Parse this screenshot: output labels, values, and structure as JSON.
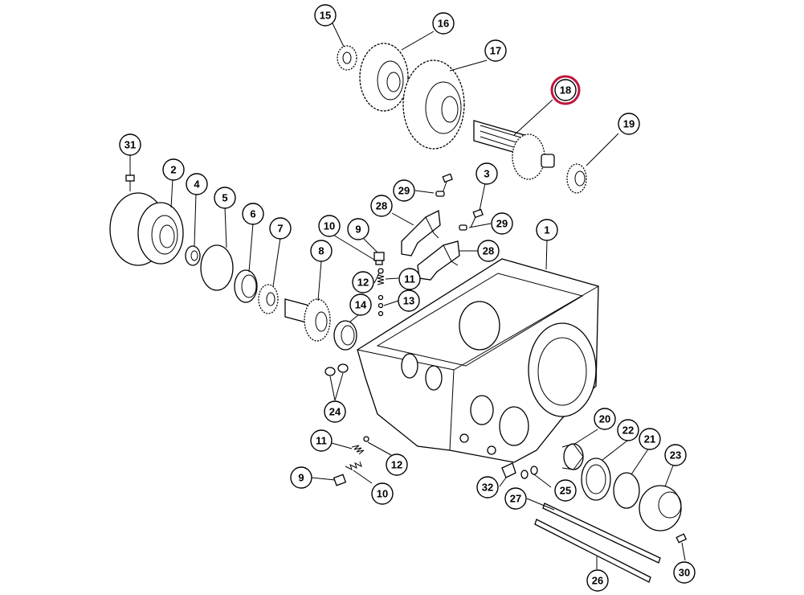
{
  "diagram": {
    "highlight_color": "#c0143c",
    "highlighted_callout": "18",
    "callouts": [
      {
        "id": "c1",
        "label": "1"
      },
      {
        "id": "c2",
        "label": "2"
      },
      {
        "id": "c3",
        "label": "3"
      },
      {
        "id": "c4",
        "label": "4"
      },
      {
        "id": "c5",
        "label": "5"
      },
      {
        "id": "c6",
        "label": "6"
      },
      {
        "id": "c7",
        "label": "7"
      },
      {
        "id": "c8",
        "label": "8"
      },
      {
        "id": "c9a",
        "label": "9"
      },
      {
        "id": "c9b",
        "label": "9"
      },
      {
        "id": "c10a",
        "label": "10"
      },
      {
        "id": "c10b",
        "label": "10"
      },
      {
        "id": "c11a",
        "label": "11"
      },
      {
        "id": "c11b",
        "label": "11"
      },
      {
        "id": "c12a",
        "label": "12"
      },
      {
        "id": "c12b",
        "label": "12"
      },
      {
        "id": "c13",
        "label": "13"
      },
      {
        "id": "c14",
        "label": "14"
      },
      {
        "id": "c15",
        "label": "15"
      },
      {
        "id": "c16",
        "label": "16"
      },
      {
        "id": "c17",
        "label": "17"
      },
      {
        "id": "c18",
        "label": "18"
      },
      {
        "id": "c19",
        "label": "19"
      },
      {
        "id": "c20",
        "label": "20"
      },
      {
        "id": "c21",
        "label": "21"
      },
      {
        "id": "c22",
        "label": "22"
      },
      {
        "id": "c23",
        "label": "23"
      },
      {
        "id": "c24",
        "label": "24"
      },
      {
        "id": "c25",
        "label": "25"
      },
      {
        "id": "c26",
        "label": "26"
      },
      {
        "id": "c27",
        "label": "27"
      },
      {
        "id": "c28a",
        "label": "28"
      },
      {
        "id": "c28b",
        "label": "28"
      },
      {
        "id": "c29a",
        "label": "29"
      },
      {
        "id": "c29b",
        "label": "29"
      },
      {
        "id": "c30",
        "label": "30"
      },
      {
        "id": "c31",
        "label": "31"
      },
      {
        "id": "c32",
        "label": "32"
      }
    ]
  }
}
